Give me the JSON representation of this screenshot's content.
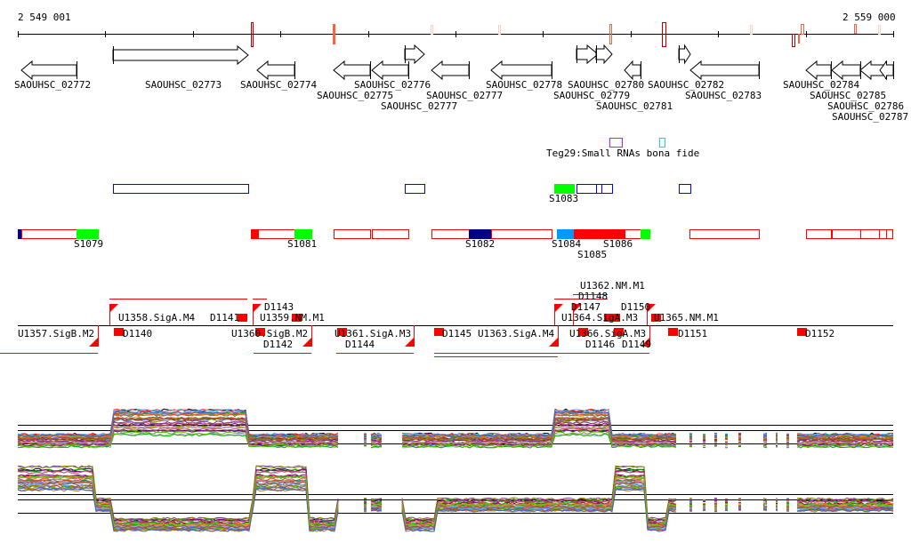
{
  "axis": {
    "start": "2 549 001",
    "end": "2 559 000"
  },
  "genes": [
    "SAOUHSC_02772",
    "SAOUHSC_02773",
    "SAOUHSC_02774",
    "SAOUHSC_02775",
    "SAOUHSC_02776",
    "SAOUHSC_02777",
    "SAOUHSC_02777",
    "SAOUHSC_02778",
    "SAOUHSC_02779",
    "SAOUHSC_02780",
    "SAOUHSC_02781",
    "SAOUHSC_02782",
    "SAOUHSC_02783",
    "SAOUHSC_02784",
    "SAOUHSC_02785",
    "SAOUHSC_02786",
    "SAOUHSC_02787"
  ],
  "srna_track": {
    "label": "Teg29:Small RNAs bona fide"
  },
  "segments": [
    "S1079",
    "S1081",
    "S1082",
    "S1083",
    "S1084",
    "S1085",
    "S1086"
  ],
  "transcripts": [
    "U1357.SigB.M2",
    "U1358.SigA.M4",
    "U1359.NM.M1",
    "U1360.SigB.M2",
    "U1361.SigA.M3",
    "U1363.SigA.M4",
    "U1364.SigA.M3",
    "U1362.NM.M1",
    "U1366.SigA.M3",
    "U1365.NM.M1"
  ],
  "downshifts": [
    "D1140",
    "D1141",
    "D1142",
    "D1143",
    "D1144",
    "D1145",
    "D1146",
    "D1147",
    "D1148",
    "D1149",
    "D1150",
    "D1151",
    "D1152"
  ],
  "colors": {
    "strong": "#b00000",
    "medium": "#ff6040",
    "weak": "#ffd0c0",
    "seg_outline": "#ff0000",
    "gene_outline": "#0000ff",
    "green": "#00ff00",
    "navy": "#000080",
    "lightblue": "#0099ff"
  }
}
